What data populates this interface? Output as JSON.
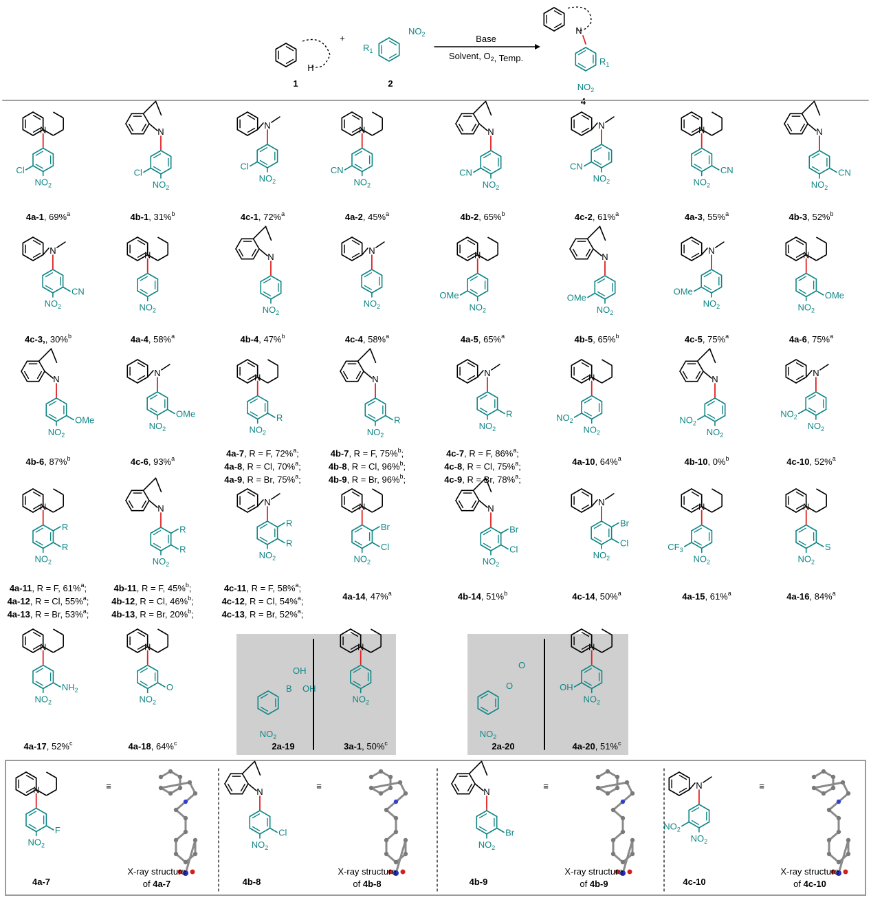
{
  "colors": {
    "teal": "#118585",
    "red_bond": "#e02020",
    "gray_panel": "#cfcfcf",
    "frame": "#9a9a9a"
  },
  "scheme": {
    "reagent_above": "Base",
    "reagent_below": "Solvent, O2, Temp.",
    "amine_label": "1",
    "nitroarene_label": "2",
    "product_label": "4",
    "plus": "+",
    "nh_h": "H",
    "r1": "R1",
    "no2": "NO2"
  },
  "rows": [
    [
      {
        "id": "4a-1",
        "yield": "69%",
        "note": "a"
      },
      {
        "id": "4b-1",
        "yield": "31%",
        "note": "b"
      },
      {
        "id": "4c-1",
        "yield": "72%",
        "note": "a"
      },
      {
        "id": "4a-2",
        "yield": "45%",
        "note": "a"
      },
      {
        "id": "4b-2",
        "yield": "65%",
        "note": "b"
      },
      {
        "id": "4c-2",
        "yield": "61%",
        "note": "a"
      },
      {
        "id": "4a-3",
        "yield": "55%",
        "note": "a"
      },
      {
        "id": "4b-3",
        "yield": "52%",
        "note": "b"
      }
    ],
    [
      {
        "id": "4c-3,",
        "yield": "30%",
        "note": "b"
      },
      {
        "id": "4a-4",
        "yield": "58%",
        "note": "a"
      },
      {
        "id": "4b-4",
        "yield": "47%",
        "note": "b"
      },
      {
        "id": "4c-4",
        "yield": "58%",
        "note": "a"
      },
      {
        "id": "4a-5",
        "yield": "65%",
        "note": "a"
      },
      {
        "id": "4b-5",
        "yield": "65%",
        "note": "b"
      },
      {
        "id": "4c-5",
        "yield": "75%",
        "note": "a"
      },
      {
        "id": "4a-6",
        "yield": "75%",
        "note": "a"
      }
    ],
    [
      {
        "id": "4b-6",
        "yield": "87%",
        "note": "b"
      },
      {
        "id": "4c-6",
        "yield": "93%",
        "note": "a"
      },
      {
        "multi": [
          [
            "4a-7",
            "R = F, 72%",
            "a"
          ],
          [
            "4a-8",
            "R = Cl, 70%",
            "a"
          ],
          [
            "4a-9",
            "R = Br, 75%",
            "a"
          ]
        ]
      },
      {
        "multi": [
          [
            "4b-7",
            "R = F, 75%",
            "b"
          ],
          [
            "4b-8",
            "R = Cl, 96%",
            "b"
          ],
          [
            "4b-9",
            "R = Br, 96%",
            "b"
          ]
        ]
      },
      {
        "multi": [
          [
            "4c-7",
            "R = F, 86%",
            "a"
          ],
          [
            "4c-8",
            "R = Cl, 75%",
            "a"
          ],
          [
            "4c-9",
            "R = Br, 78%",
            "a"
          ]
        ]
      },
      {
        "id": "4a-10",
        "yield": "64%",
        "note": "a"
      },
      {
        "id": "4b-10",
        "yield": "0%",
        "note": "b"
      },
      {
        "id": "4c-10",
        "yield": "52%",
        "note": "a"
      }
    ],
    [
      {
        "multi": [
          [
            "4a-11",
            "R = F, 61%",
            "a"
          ],
          [
            "4a-12",
            "R = Cl, 55%",
            "a"
          ],
          [
            "4a-13",
            "R = Br, 53%",
            "a"
          ]
        ]
      },
      {
        "multi": [
          [
            "4b-11",
            "R = F, 45%",
            "b"
          ],
          [
            "4b-12",
            "R = Cl, 46%",
            "b"
          ],
          [
            "4b-13",
            "R = Br, 20%",
            "b"
          ]
        ]
      },
      {
        "multi": [
          [
            "4c-11",
            "R = F, 58%",
            "a"
          ],
          [
            "4c-12",
            "R = Cl, 54%",
            "a"
          ],
          [
            "4c-13",
            "R = Br, 52%",
            "a"
          ]
        ]
      },
      {
        "id": "4a-14",
        "yield": "47%",
        "note": "a"
      },
      {
        "id": "4b-14",
        "yield": "51%",
        "note": "b"
      },
      {
        "id": "4c-14",
        "yield": "50%",
        "note": "a"
      },
      {
        "id": "4a-15",
        "yield": "61%",
        "note": "a"
      },
      {
        "id": "4a-16",
        "yield": "84%",
        "note": "a"
      }
    ],
    [
      {
        "id": "4a-17",
        "yield": "52%",
        "note": "c"
      },
      {
        "id": "4a-18",
        "yield": "64%",
        "note": "c"
      },
      {
        "id": "2a-19",
        "yield": "",
        "note": ""
      },
      {
        "id": "3a-1",
        "yield": "50%",
        "note": "c"
      },
      {
        "id": "2a-20",
        "yield": "",
        "note": ""
      },
      {
        "id": "4a-20",
        "yield": "51%",
        "note": "c"
      }
    ]
  ],
  "xray": [
    {
      "id": "4a-7",
      "caption_line1": "X-ray structure",
      "caption_line2_prefix": "of ",
      "caption_line2_id": "4a-7"
    },
    {
      "id": "4b-8",
      "caption_line1": "X-ray structure",
      "caption_line2_prefix": "of ",
      "caption_line2_id": "4b-8"
    },
    {
      "id": "4b-9",
      "caption_line1": "X-ray structure",
      "caption_line2_prefix": "of ",
      "caption_line2_id": "4b-9"
    },
    {
      "id": "4c-10",
      "caption_line1": "X-ray structure",
      "caption_line2_prefix": "of ",
      "caption_line2_id": "4c-10"
    }
  ],
  "substituent_text": {
    "cl": "Cl",
    "cn": "CN",
    "ome": "OMe",
    "r": "R",
    "no2": "NO2",
    "br": "Br",
    "cf3": "CF3",
    "s": "S",
    "f": "F",
    "conh2": "NH2",
    "o": "O",
    "oh": "OH",
    "b": "B",
    "n": "N",
    "equiv": "≡"
  }
}
